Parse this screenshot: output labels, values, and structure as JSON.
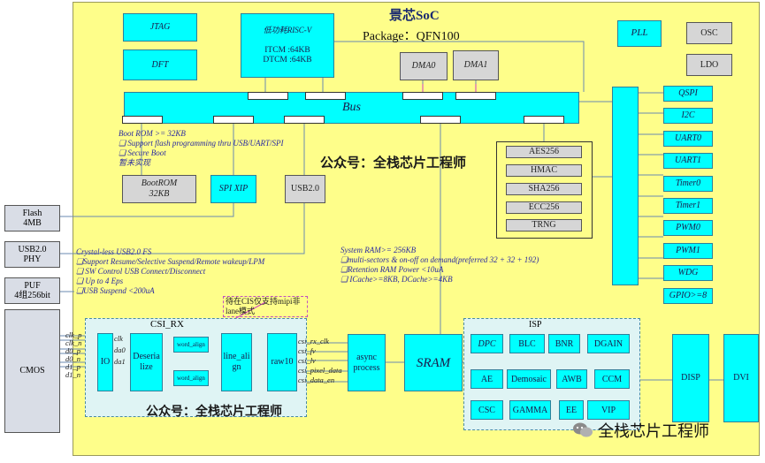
{
  "soc": {
    "title": "景芯SoC",
    "package": "Package：QFN100",
    "watermark_mid": "公众号：全栈芯片工程师",
    "watermark_csi": "公众号：全栈芯片工程师",
    "watermark_corner": "全栈芯片工程师"
  },
  "blocks": {
    "jtag": "JTAG",
    "dft": "DFT",
    "riscv_title": "低功耗RISC-V",
    "itcm": "ITCM :64KB",
    "dtcm": "DTCM :64KB",
    "dma0": "DMA0",
    "dma1": "DMA1",
    "pll": "PLL",
    "osc": "OSC",
    "ldo": "LDO",
    "bus": "Bus",
    "bootrom": "BootROM\n32KB",
    "spixip": "SPI XIP",
    "usb20": "USB2.0",
    "sram": "SRAM",
    "async": "async\nprocess",
    "disp": "DISP",
    "dvi": "DVI"
  },
  "crypto": [
    "AES256",
    "HMAC",
    "SHA256",
    "ECC256",
    "TRNG"
  ],
  "peripherals": [
    "QSPI",
    "I2C",
    "UART0",
    "UART1",
    "Timer0",
    "Timer1",
    "PWM0",
    "PWM1",
    "WDG",
    "GPIO>=8"
  ],
  "external": {
    "flash": "Flash\n4MB",
    "usbphy": "USB2.0\nPHY",
    "puf": "PUF\n4组256bit",
    "cmos": "CMOS"
  },
  "notes": {
    "boot": [
      "Boot ROM >= 32KB",
      "❑ Support flash programming thru USB/UART/SPI",
      "❑ Secure Boot",
      "暂未实现"
    ],
    "usb": [
      "Crystal-less USB2.0 FS",
      "❑Support Resume/Selective Suspend/Remote wakeup/LPM",
      "❑ SW Control USB Connect/Disconnect",
      "❑ Up to 4 Eps",
      "❑USB Suspend <200uA"
    ],
    "ram": [
      "System RAM>= 256KB",
      "❑multi-sectors & on-off on demand(preferred 32 + 32 + 192)",
      "❑Retention RAM Power <10uA",
      "❑ ICache>=8KB, DCache>=4KB"
    ],
    "mipi": "待在CIS仅支持mipi非lane模式"
  },
  "csi": {
    "title": "CSI_RX",
    "io": "IO",
    "deserialize": "Deseria\nlize",
    "word_align_1": "word_align",
    "word_align_2": "word_align",
    "line_align": "line_ali\ngn",
    "raw10": "raw10",
    "pins": [
      "clk_p",
      "clk_n",
      "d0_p",
      "d0_n",
      "d1_p",
      "d1_n"
    ],
    "inner": [
      "clk",
      "da0",
      "da1"
    ],
    "signals": [
      "csi_rx_clk",
      "csi_fv",
      "csi_lv",
      "csi_pixel_data",
      "csi_data_en"
    ]
  },
  "isp": {
    "title": "ISP",
    "rows": [
      [
        "DPC",
        "BLC",
        "BNR",
        "DGAIN"
      ],
      [
        "AE",
        "Demosaic",
        "AWB",
        "CCM"
      ],
      [
        "CSC",
        "GAMMA",
        "EE",
        "VIP"
      ]
    ]
  }
}
